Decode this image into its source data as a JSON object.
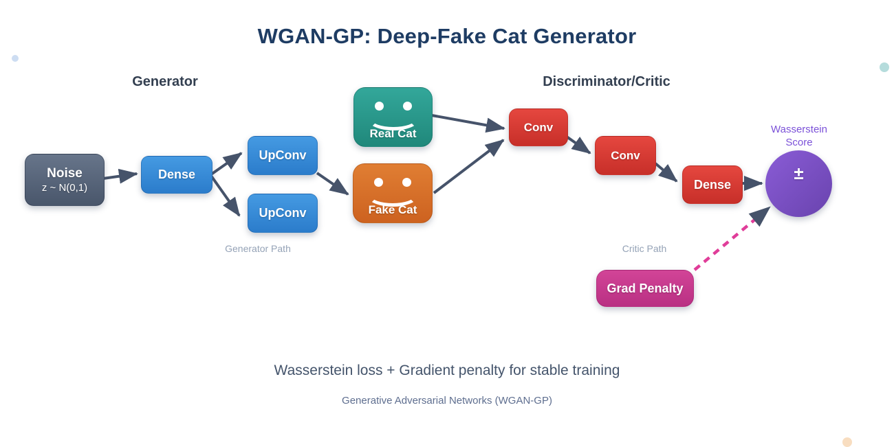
{
  "title": "WGAN-GP: Deep-Fake Cat Generator",
  "headings": {
    "generator": "Generator",
    "critic": "Discriminator/Critic"
  },
  "nodes": {
    "noise": {
      "label": "Noise",
      "sublabel": "z ~ N(0,1)"
    },
    "dense_generator": {
      "label": "Dense"
    },
    "upconv_top": {
      "label": "UpConv"
    },
    "upconv_bottom": {
      "label": "UpConv"
    },
    "real_cat": {
      "label": "Real Cat"
    },
    "fake_cat": {
      "label": "Fake Cat"
    },
    "conv_1": {
      "label": "Conv"
    },
    "conv_2": {
      "label": "Conv"
    },
    "dense_critic": {
      "label": "Dense"
    },
    "wasserstein_score": {
      "symbol": "±",
      "caption": "Wasserstein Score"
    },
    "grad_penalty": {
      "label": "Grad Penalty"
    }
  },
  "path_labels": {
    "generator_path": "Generator Path",
    "critic_path": "Critic Path"
  },
  "footer": {
    "subtitle": "Wasserstein loss + Gradient penalty for stable training",
    "caption": "Generative Adversarial Networks (WGAN-GP)"
  },
  "palette": {
    "title-ink": "#1e3c63",
    "heading-ink": "#333f50",
    "body-ink": "#44546b",
    "caption-ink": "#5e6e8f",
    "muted-ink": "#94a2b6",
    "score-caption": "#7b51d8",
    "arrow": "#46536a",
    "dash": "#e03d99",
    "node-slate-top": "#67758a",
    "node-slate-bottom": "#49566b",
    "node-blue-top": "#459ae2",
    "node-blue-bottom": "#2b7ccb",
    "node-teal-top": "#33a79a",
    "node-teal-bottom": "#20887b",
    "node-orange-top": "#e07e33",
    "node-orange-bottom": "#cd6220",
    "node-red-top": "#e5473f",
    "node-red-bottom": "#c72f29",
    "node-purple-top": "#8a5cd6",
    "node-purple-bottom": "#6943ae",
    "node-pink-top": "#d24497",
    "node-pink-bottom": "#b93083",
    "dot-blue": "#cdddf2",
    "dot-teal": "#b5dcdc",
    "dot-peach": "#f8ddc0"
  }
}
